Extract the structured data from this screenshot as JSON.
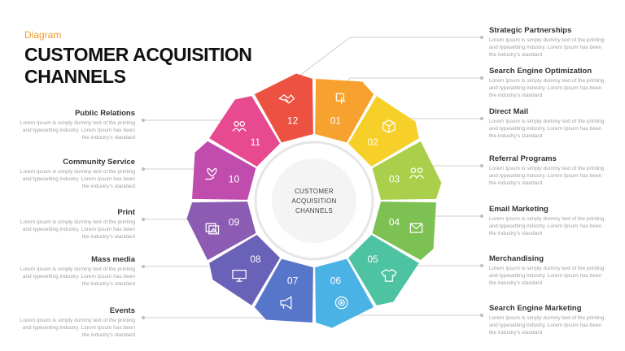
{
  "header": {
    "tag": "Diagram",
    "title_line1": "CUSTOMER ACQUISITION",
    "title_line2": "CHANNELS"
  },
  "center": {
    "line1": "CUSTOMER",
    "line2": "ACQUISITION",
    "line3": "CHANNELS"
  },
  "description": "Lorem Ipsum is simply dummy text of the printing and typesetting industry. Lorem Ipsum has been the industry's standard",
  "segments": [
    {
      "num": "01",
      "label": "Search Engine  Optimization",
      "color": "#f7a12f",
      "icon": "click-hand-icon"
    },
    {
      "num": "02",
      "label": "Direct Mail",
      "color": "#f6cf29",
      "icon": "box-icon"
    },
    {
      "num": "03",
      "label": "Referral Programs",
      "color": "#a9cf4b",
      "icon": "people-icon"
    },
    {
      "num": "04",
      "label": "Email Marketing",
      "color": "#7cc152",
      "icon": "envelope-icon"
    },
    {
      "num": "05",
      "label": "Merchandising",
      "color": "#4ec3a2",
      "icon": "tshirt-icon"
    },
    {
      "num": "06",
      "label": "Search Engine  Marketing",
      "color": "#4bb2e6",
      "icon": "target-icon"
    },
    {
      "num": "07",
      "label": "Events",
      "color": "#5876c9",
      "icon": "megaphone-icon"
    },
    {
      "num": "08",
      "label": "Mass media",
      "color": "#6a61b8",
      "icon": "monitor-icon"
    },
    {
      "num": "09",
      "label": "Print",
      "color": "#8b5cb2",
      "icon": "pictures-icon"
    },
    {
      "num": "10",
      "label": "Community Service",
      "color": "#c04cad",
      "icon": "hand-heart-icon"
    },
    {
      "num": "11",
      "label": "Public Relations",
      "color": "#e74a8f",
      "icon": "group-icon"
    },
    {
      "num": "12",
      "label": "Strategic Partnerships",
      "color": "#ec5142",
      "icon": "handshake-icon"
    }
  ],
  "colors": {
    "connector": "#cfcfcf",
    "center_ring": "#eeeeee"
  }
}
